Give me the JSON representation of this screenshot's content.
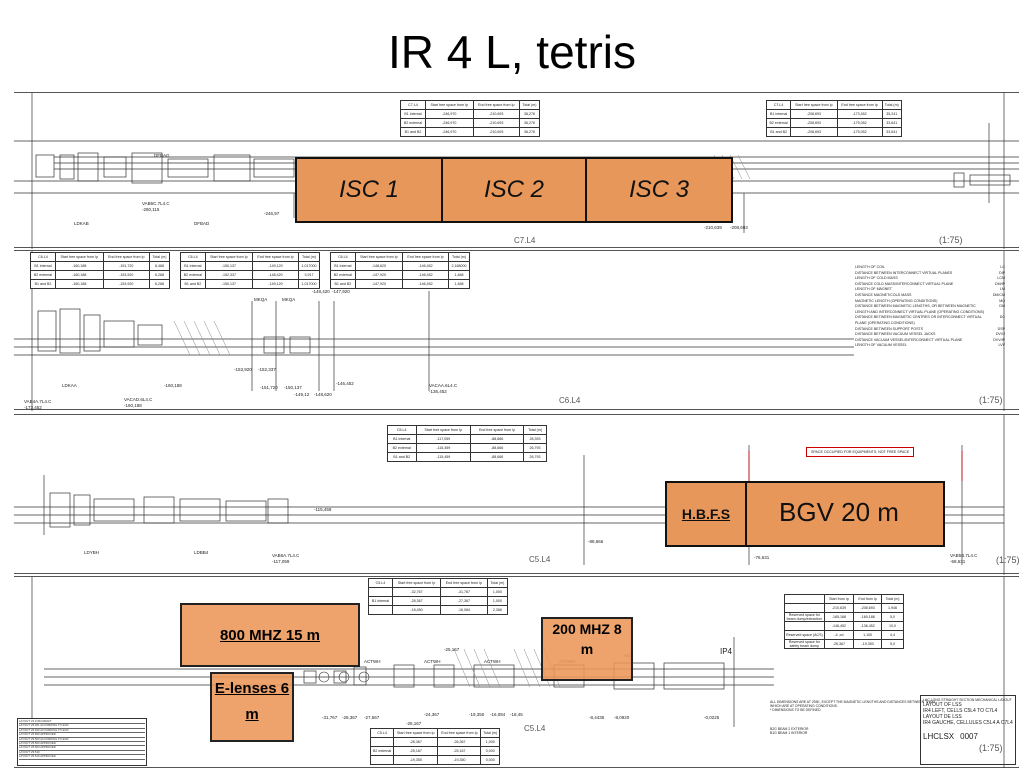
{
  "slide": {
    "title": "IR 4 L, tetris"
  },
  "overlays": {
    "isc1": "ISC 1",
    "isc2": "ISC 2",
    "isc3": "ISC 3",
    "hbfs": "H.B.F.S",
    "bgv": "BGV 20 m",
    "mhz800": "800 MHZ 15 m",
    "elenses": "E-lenses 6 m",
    "mhz200": "200 MHZ 8 m"
  },
  "colors": {
    "overlay_fill": "#e8975a",
    "overlay_border": "#111111",
    "space_note_border": "#cc0000"
  },
  "drawing": {
    "section_labels": [
      "C7.L4",
      "C6.L4",
      "C5.L4",
      "C5.L4"
    ],
    "view_labels": [
      "(1:75)",
      "(1:75)",
      "(1:75)",
      "(1:75)"
    ],
    "space_note": "SPACE OCCUPIED FOR EQUIPMENTS. NOT FREE SPACE",
    "ip_label": "IP4",
    "tables": {
      "c7_a": {
        "header": [
          "C7.L4",
          "Start free space from Ip",
          "End free space from Ip",
          "Total (m)"
        ],
        "rows": [
          [
            "B1 internal",
            "-246,970",
            "-210,693",
            "36,276"
          ],
          [
            "B2 external",
            "-246,970",
            "-210,693",
            "36,276"
          ],
          [
            "B1 and B2",
            "-246,970",
            "-210,693",
            "36,276"
          ]
        ]
      },
      "c7_b": {
        "header": [
          "C7.L4",
          "Start free space from Ip",
          "End free space from Ip",
          "Total (m)"
        ],
        "rows": [
          [
            "B1 internal",
            "-208,693",
            "-173,452",
            "35,241"
          ],
          [
            "B2 external",
            "-208,693",
            "-175,052",
            "33,641"
          ],
          [
            "B1 and B2",
            "-208,693",
            "-175,052",
            "33,641"
          ]
        ]
      },
      "c6_a": {
        "header": [
          "C6.L4",
          "Start free space from Ip",
          "End free space from Ip",
          "Total (m)"
        ],
        "rows": [
          [
            "B1 internal",
            "-160,188",
            "-151,720",
            "8,468"
          ],
          [
            "B2 external",
            "-160,188",
            "-153,920",
            "6,268"
          ],
          [
            "B1 and B2",
            "-160,188",
            "-153,920",
            "6,268"
          ]
        ]
      },
      "c6_b": {
        "header": [
          "C6.L4",
          "Start free space from Ip",
          "End free space from Ip",
          "Total (m)"
        ],
        "rows": [
          [
            "B1 internal",
            "-150,137",
            "-149,120",
            "1,017000"
          ],
          [
            "B2 external",
            "-152,337",
            "-148,420",
            "3,917"
          ],
          [
            "B1 and B2",
            "-150,137",
            "-149,120",
            "1,017000"
          ]
        ]
      },
      "c6_c": {
        "header": [
          "C6.L4",
          "Start free space from Ip",
          "End free space from Ip",
          "Total (m)"
        ],
        "rows": [
          [
            "B1 internal",
            "-148,620",
            "-146,452",
            "2,168000"
          ],
          [
            "B2 external",
            "-147,920",
            "-146,452",
            "1,468"
          ],
          [
            "B1 and B2",
            "-147,920",
            "-146,452",
            "1,468"
          ]
        ]
      },
      "c5_a": {
        "header": [
          "C5.L4",
          "Start free space from Ip",
          "End free space from Ip",
          "Total (m)"
        ],
        "rows": [
          [
            "B1 internal",
            "-117,059",
            "-88,666",
            "28,393"
          ],
          [
            "B2 external",
            "-115,459",
            "-88,666",
            "26,793"
          ],
          [
            "B1 and B2",
            "-115,459",
            "-88,666",
            "26,793"
          ]
        ]
      },
      "c5_b": {
        "header": [
          "C5.L4",
          "Start free space from Ip",
          "End free space from Ip",
          "Total (m)"
        ],
        "rows": [
          [
            "",
            "-32,767",
            "-31,767",
            "1,000"
          ],
          [
            "B1 internal",
            "-28,367",
            "-27,367",
            "1,000"
          ],
          [
            "",
            "-18,450",
            "-16,084",
            "2,366"
          ]
        ]
      },
      "c5_c": {
        "header": [
          "C5.L4",
          "Start free space from Ip",
          "End free space from Ip",
          "Total (m)"
        ],
        "rows": [
          [
            "",
            "-26,367",
            "-26,367",
            "1,000"
          ],
          [
            "B2 external",
            "-25,167",
            "-25,167",
            "0,000"
          ],
          [
            "",
            "-19,350",
            "-19,350",
            "0,000"
          ]
        ]
      },
      "ip_table": {
        "header": [
          "",
          "Start from Ip",
          "End from Ip",
          "Total (m)"
        ],
        "rows": [
          [
            "",
            "-210,639",
            "-208,693",
            "1,946"
          ],
          [
            "Reserved space for beam dump/extraction",
            "-165,168",
            "-160,188",
            "5,0"
          ],
          [
            "",
            "-146,452",
            "-136,452",
            "10,0"
          ],
          [
            "Reserved space (ACS)",
            "-4 ,cd",
            "1,100",
            "4,4"
          ],
          [
            "Reserved space for safety beam dump",
            "-26,367",
            "-19,350",
            "5,0"
          ]
        ]
      }
    },
    "dimensions": {
      "s1": [
        "-246,97",
        "-210,639",
        "-208,693"
      ],
      "s2": [
        "-160,188",
        "-153,920",
        "-152,337",
        "-151,720",
        "-150,137",
        "-149,12",
        "-148,620",
        "-148,420",
        "-147,920",
        "-146,452"
      ],
      "s3": [
        "-115,459",
        "-88,666",
        "-76,631"
      ],
      "s4": [
        "-31,767",
        "-28,367",
        "-27,567",
        "-26,367",
        "-25,167",
        "-24,367",
        "-19,350",
        "-16,084",
        "-18,45",
        "-8,4435",
        "-8,0920",
        "-0,0225",
        "-25,167"
      ]
    },
    "component_tags": {
      "s1": [
        "VAB6C.7L4.C",
        "-280,115",
        "LDKAB",
        "DFBAG",
        "DFBAD"
      ],
      "s2": [
        "VAB4A.7L4.C",
        "-173,452",
        "LDKAA",
        "VACAD.6L4.C",
        "-160,188",
        "MKQA",
        "MKQA",
        "VACAA.6L4.C",
        "-136,452"
      ],
      "s3": [
        "LDYBH",
        "LDBB4",
        "VAB6A.7L4.C",
        "-117,059",
        "VAB5B.7L4.C",
        "-58,631"
      ],
      "s4": [
        "ACTWH",
        "ACTWH",
        "ACTWH",
        "ACTWH",
        "ACS"
      ]
    },
    "legend": [
      {
        "label": "LENGTH OF COIL",
        "code": "LC"
      },
      {
        "label": "DISTANCE BETWEEN INTERCONNECT VIRTUAL PLANES",
        "code": "DIP"
      },
      {
        "label": "LENGTH OF COLD MASS",
        "code": "LCM"
      },
      {
        "label": "DISTANCE COLD MASS/INTERCONNECT VIRTUAL PLANE",
        "code": "DM/IP"
      },
      {
        "label": "LENGTH OF MAGNET",
        "code": "LM"
      },
      {
        "label": "DISTANCE MAGNET/COLD MASS",
        "code": "DM/CM"
      },
      {
        "label": "MAGNETIC LENGTH (OPERATING CONDITIONS)",
        "code": "MQ"
      },
      {
        "label": "DISTANCE BETWEEN MAGNETIC LENGTHS, OR BETWEEN MAGNETIC LENGTH AND INTERCONNECT VIRTUAL PLANE (OPERATING CONDITIONS)",
        "code": "DM"
      },
      {
        "label": "DISTANCE BETWEEN MAGNETIC CENTRES OR INTERCONNECT VIRTUAL PLANE (OPERATING CONDITIONS)",
        "code": "DC"
      },
      {
        "label": "DISTANCE BETWEEN SUPPORT POSTS",
        "code": "DSP"
      },
      {
        "label": "DISTANCE BETWEEN VACUUM VESSEL JACKS",
        "code": "DVVJ"
      },
      {
        "label": "DISTANCE VACUUM VESSEL/INTERCONNECT VIRTUAL PLANE",
        "code": "DVV/IP"
      },
      {
        "label": "LENGTH OF VACUUM VESSEL",
        "code": "LVV"
      }
    ],
    "notes": [
      "ALL DIMENSIONS ARE AT 293K, EXCEPT THE MAGNETIC LENGTHS AND DISTANCES BETWEEN THEM, WHICH ARE AT OPERATING CONDITIONS.",
      "* DIMENSIONS TO BE DEFINED",
      "B2G BEAM 2 EXTERIOR",
      "B1G BEAM 1 INTERIOR"
    ],
    "title_block": [
      "LHC LONG STRAIGHT SECTION MECHANICAL LAYOUT",
      "LAYOUT OF LSS",
      "IR4 LEFT, CELLS C5L4 TO C7L4",
      "LAYOUT DE LSS",
      "IR4 GAUCHE, CELLULES C5L4 A C7L4",
      "LHCLSX",
      "0007"
    ],
    "revisions": [
      "LAYOUT V2.0 IR4 DRAFT",
      "LAYOUT V6.301 ACCORDING TO ECR",
      "LAYOUT V6.400 ACCORDING TO ECR",
      "LAYOUT V6.500 APPROVED",
      "LAYOUT V6.503 ACCORDING TO ECR",
      "LAYOUT V6.503 APPROVED",
      "LAYOUT V6.503 APPROVED",
      "LAYOUT V6.510",
      "LAYOUT V6.510 APPROVED"
    ]
  }
}
